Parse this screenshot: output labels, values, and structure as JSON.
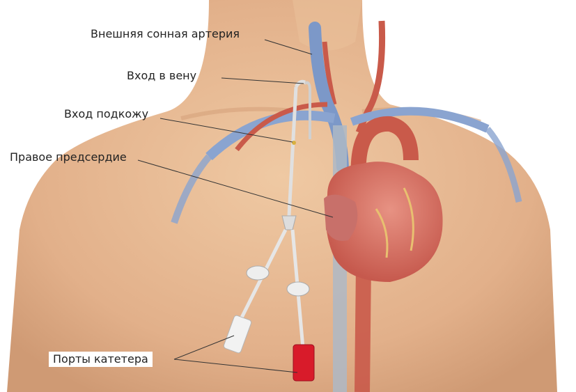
{
  "labels": {
    "external_carotid": "Внешняя сонная артерия",
    "vein_entry": "Вход в вену",
    "skin_entry": "Вход подкожу",
    "right_atrium": "Правое предсердие",
    "catheter_ports": "Порты катетера"
  },
  "colors": {
    "skin": "#e6b890",
    "vein": "#7c98c8",
    "artery": "#c95a4a",
    "heart": "#d9776a",
    "catheter": "#e8e8e8",
    "red_port": "#d81b2a",
    "leader_line": "#333333"
  }
}
